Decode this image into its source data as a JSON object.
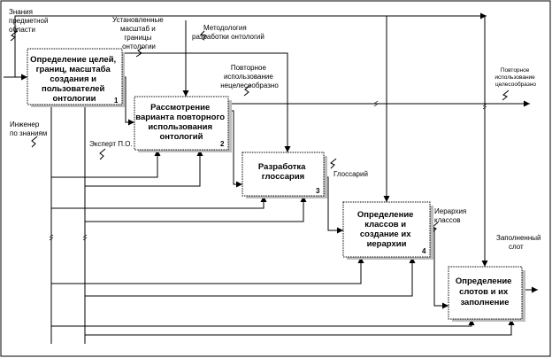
{
  "boxes": [
    {
      "lines": [
        "Определение целей,",
        "границ, масштаба",
        "создания и",
        "пользователей",
        "онтологии"
      ],
      "num": "1"
    },
    {
      "lines": [
        "Рассмотрение",
        "варианта повторного",
        "использования",
        "онтологий"
      ],
      "num": "2"
    },
    {
      "lines": [
        "Разработка",
        "глоссария"
      ],
      "num": "3"
    },
    {
      "lines": [
        "Определение",
        "классов и",
        "создание их",
        "иерархии"
      ],
      "num": "4"
    },
    {
      "lines": [
        "Определение",
        "слотов и их",
        "заполнение"
      ],
      "num": ""
    }
  ],
  "labels": {
    "domain_knowledge": [
      "Знания",
      "предметной",
      "области"
    ],
    "scope": [
      "Установленные",
      "масштаб и",
      "границы",
      "онтологии"
    ],
    "methodology": [
      "Методология",
      "разработки онтологий"
    ],
    "reuse_inexpedient": [
      "Повторное",
      "использование",
      "нецелесообразно"
    ],
    "reuse_expedient": [
      "Повторное",
      "использование",
      "целесообразно"
    ],
    "knowledge_engineer": [
      "Инженер",
      "по знаниям"
    ],
    "expert": "Эксперт П.О.",
    "glossary": "Глоссарий",
    "class_hierarchy": [
      "Иерархия",
      "классов"
    ],
    "filled_slot": [
      "Заполненный",
      "слот"
    ]
  }
}
